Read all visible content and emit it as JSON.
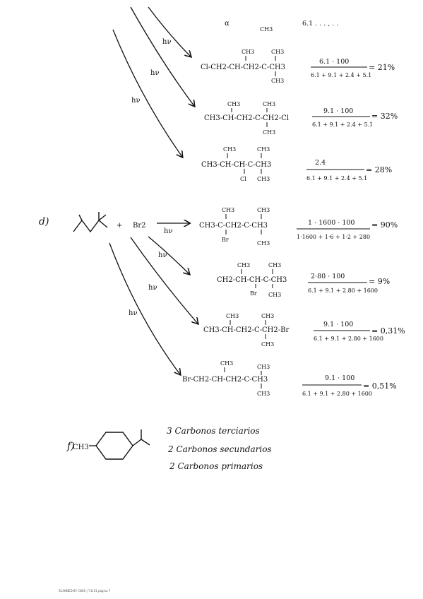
{
  "top_row": {
    "partial_top": "α",
    "partial_ch3": "CH3",
    "partial_frac": "6.1 . . . , . .",
    "hv": "hν"
  },
  "c_products": [
    {
      "hv": "hν",
      "sub_top_a": "CH3",
      "sub_top_b": "CH3",
      "formula": "Cl-CH2-CH-CH2-C-CH3",
      "sub_bottom": "CH3",
      "numerator": "6.1 · 100",
      "denominator": "6.1 + 9.1 + 2.4 + 5.1",
      "result": "= 21%"
    },
    {
      "hv": "hν",
      "sub_top_a": "CH3",
      "sub_top_b": "CH3",
      "formula": "CH3-CH-CH2-C-CH2-Cl",
      "sub_bottom": "CH3",
      "numerator": "9.1 · 100",
      "denominator": "6.1 + 9.1 + 2.4 + 5.1",
      "result": "= 32%"
    },
    {
      "hv": "hν",
      "sub_top_a": "CH3",
      "sub_top_b": "CH3",
      "formula": "CH3-CH-CH-C-CH3",
      "sub_bottom_a": "Cl",
      "sub_bottom": "CH3",
      "numerator": "2.4",
      "denominator": "6.1 + 9.1 + 2.4 + 5.1",
      "result": "= 28%"
    }
  ],
  "d_section": {
    "label": "d)",
    "plus": "+",
    "reagent": "Br2",
    "hv": "hν",
    "products": [
      {
        "hv": "hν",
        "sub_top_a": "CH3",
        "sub_top_b": "CH3",
        "formula": "CH3-C-CH2-C-CH3",
        "sub_bottom_a": "Br",
        "sub_bottom": "CH3",
        "numerator": "1 · 1600 · 100",
        "denominator": "1·1600 + 1·6 + 1·2 + 280",
        "result": "= 90%"
      },
      {
        "hv": "hν",
        "sub_top_a": "CH3",
        "sub_top_b": "CH3",
        "formula": "CH2-CH-CH-C-CH3",
        "sub_bottom_a": "Br",
        "sub_bottom": "CH3",
        "numerator": "2·80 · 100",
        "denominator": "6.1 + 9.1 + 2.80 + 1600",
        "result": "= 9%"
      },
      {
        "hv": "hν",
        "sub_top_a": "CH3",
        "sub_top_b": "CH3",
        "formula": "CH3-CH-CH2-C-CH2-Br",
        "sub_bottom": "CH3",
        "numerator": "9.1 · 100",
        "denominator": "6.1 + 9.1 + 2.80 + 1600",
        "result": "= 0,31%"
      },
      {
        "hv": "hν",
        "sub_top_a": "CH3",
        "sub_top_b": "CH3",
        "formula": "Br-CH2-CH-CH2-C-CH3",
        "sub_bottom": "CH3",
        "numerator": "9.1 · 100",
        "denominator": "6.1 + 9.1 + 2.80 + 1600",
        "result": "= 0,51%"
      }
    ]
  },
  "f_section": {
    "label": "f)",
    "substituent": "CH3",
    "notes": [
      "3 Carbonos terciarios",
      "2 Carbonos secundarios",
      "2 Carbonos primarios"
    ]
  },
  "footer": "SCANNED BY CKOS | 7.8.21 página 7"
}
